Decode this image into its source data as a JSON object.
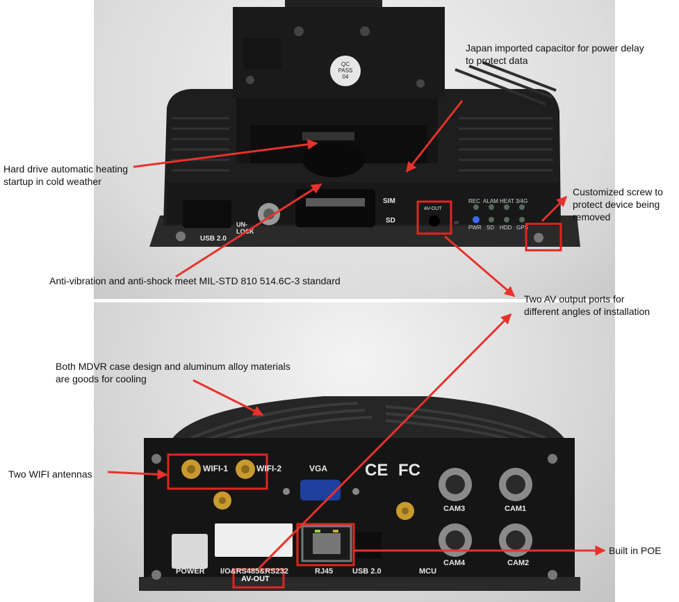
{
  "callouts": {
    "capacitor": [
      "Japan imported capacitor for power delay",
      "to protect data"
    ],
    "heating": [
      "Hard drive automatic heating",
      "startup in cold weather"
    ],
    "screw": [
      "Customized screw to",
      "protect device being",
      "removed"
    ],
    "vibration": [
      "Anti-vibration and anti-shock meet MIL-STD 810 514.6C-3 standard"
    ],
    "av_ports": [
      "Two AV output ports for",
      "different angles of installation"
    ],
    "cooling": [
      "Both MDVR case design and aluminum alloy materials",
      "are goods for cooling"
    ],
    "wifi": [
      "Two WIFI antennas"
    ],
    "poe": [
      "Built in POE"
    ]
  },
  "front_panel": {
    "qc_sticker": [
      "QC",
      "PASS",
      "04"
    ],
    "usb": "USB 2.0",
    "unlock": [
      "UN-",
      "LOCK"
    ],
    "sim": "SIM",
    "sd": "SD",
    "av_out": "AV-OUT",
    "ir": "IR",
    "leds_top": [
      "REC",
      "ALAM",
      "HEAT",
      "3/4G"
    ],
    "leds_bottom": [
      "PWR",
      "SD",
      "HDD",
      "GPS"
    ]
  },
  "rear_panel": {
    "wifi1": "WIFI-1",
    "wifi2": "WIFI-2",
    "vga": "VGA",
    "ce": "CE",
    "fc": "FC",
    "cam3": "CAM3",
    "cam1": "CAM1",
    "cam4": "CAM4",
    "cam2": "CAM2",
    "power": "POWER",
    "io": "I/O&RS485&RS232",
    "av_out": "AV-OUT",
    "rj45": "RJ45",
    "usb": "USB 2.0",
    "mcu": "MCU"
  },
  "colors": {
    "arrow": "#e8322b",
    "highlight_box": "#e0261f",
    "device_body": "#1c1c1c",
    "gold_connector": "#c99a2e"
  }
}
